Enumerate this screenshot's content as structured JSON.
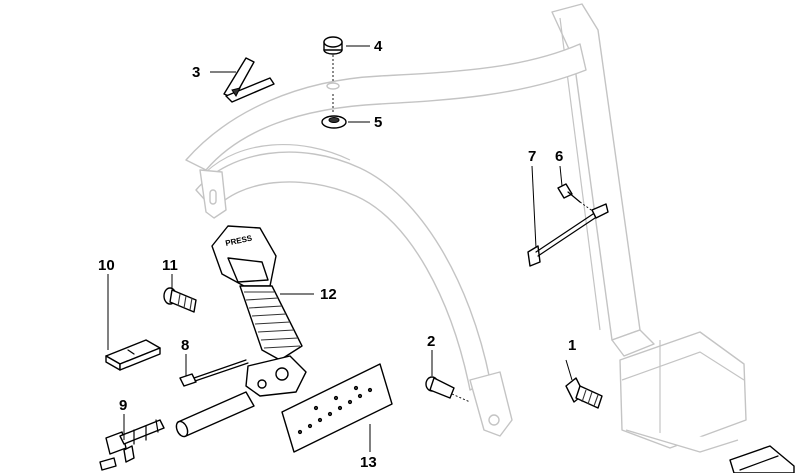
{
  "diagram": {
    "callouts": [
      {
        "id": "1",
        "label": "1"
      },
      {
        "id": "2",
        "label": "2"
      },
      {
        "id": "3",
        "label": "3"
      },
      {
        "id": "4",
        "label": "4"
      },
      {
        "id": "5",
        "label": "5"
      },
      {
        "id": "6",
        "label": "6"
      },
      {
        "id": "7",
        "label": "7"
      },
      {
        "id": "8",
        "label": "8"
      },
      {
        "id": "9",
        "label": "9"
      },
      {
        "id": "10",
        "label": "10"
      },
      {
        "id": "11",
        "label": "11"
      },
      {
        "id": "12",
        "label": "12"
      },
      {
        "id": "13",
        "label": "13"
      }
    ],
    "buckle_text": "PRESS"
  }
}
